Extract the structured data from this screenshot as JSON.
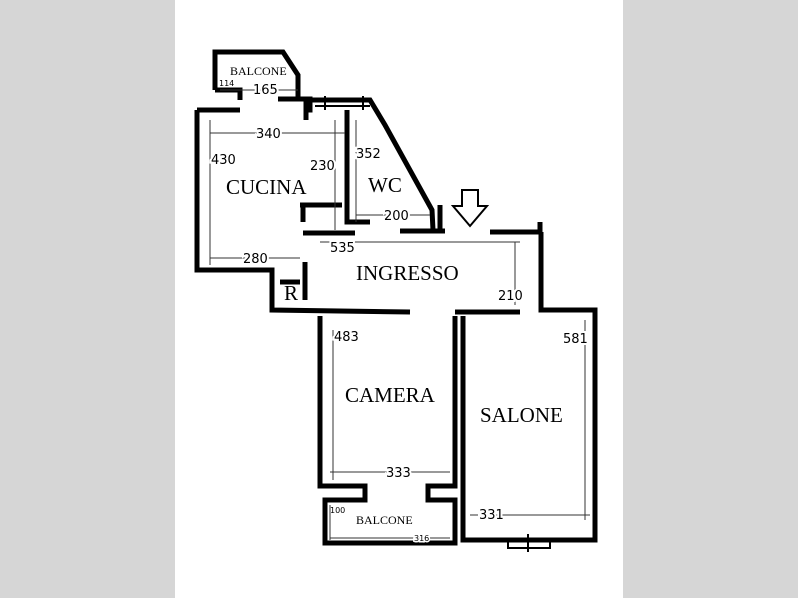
{
  "rooms": {
    "balcone_top": "BALCONE",
    "cucina": "CUCINA",
    "wc": "WC",
    "ingresso": "INGRESSO",
    "r": "R",
    "camera": "CAMERA",
    "salone": "SALONE",
    "balcone_bottom": "BALCONE"
  },
  "dimensions": {
    "d114": "114",
    "d165": "165",
    "d340": "340",
    "d430": "430",
    "d230": "230",
    "d352": "352",
    "d200": "200",
    "d535": "535",
    "d280": "280",
    "d210": "210",
    "d483": "483",
    "d581": "581",
    "d333": "333",
    "d331": "331",
    "d100": "100",
    "d316": "316"
  },
  "icons": {
    "entrance": "entrance-arrow-icon"
  }
}
